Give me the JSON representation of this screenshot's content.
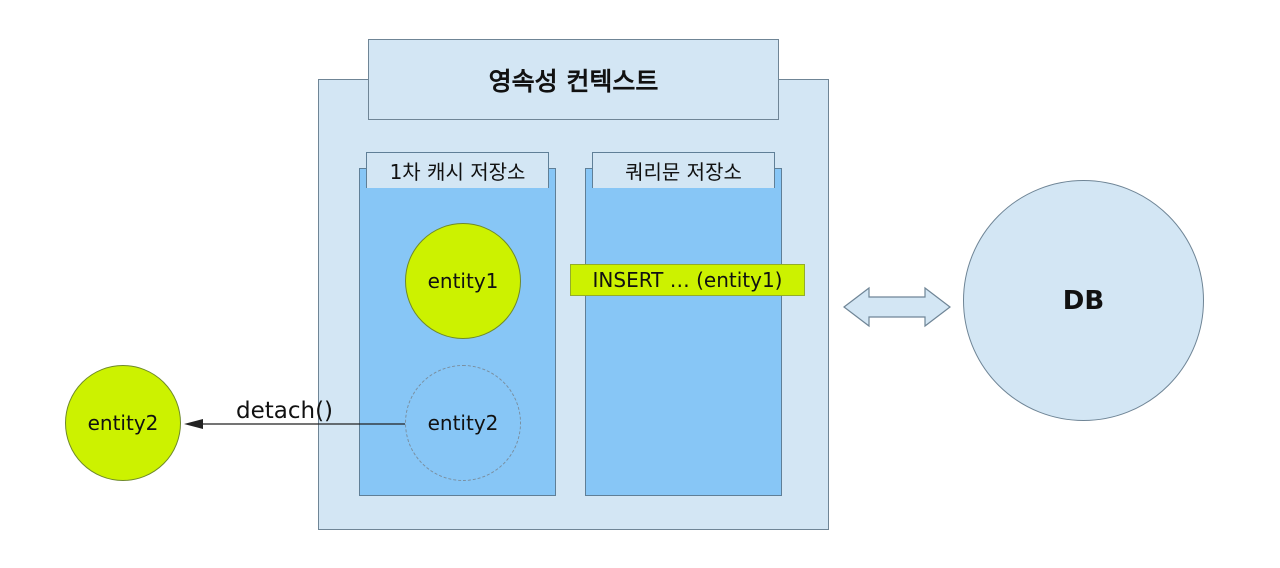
{
  "persistence_context": {
    "title": "영속성 컨텍스트"
  },
  "first_level_cache": {
    "label": "1차 캐시 저장소",
    "entities": [
      {
        "name": "entity1",
        "state": "managed"
      },
      {
        "name": "entity2",
        "state": "removed-dashed"
      }
    ]
  },
  "sql_store": {
    "label": "쿼리문 저장소",
    "queries": [
      "INSERT … (entity1)"
    ]
  },
  "detached": {
    "entity": "entity2",
    "action": "detach()"
  },
  "database": {
    "label": "DB"
  },
  "colors": {
    "context_fill": "#d3e6f4",
    "store_fill": "#87c6f6",
    "entity_fill": "#ccf200",
    "db_fill": "#d3e6f4"
  }
}
